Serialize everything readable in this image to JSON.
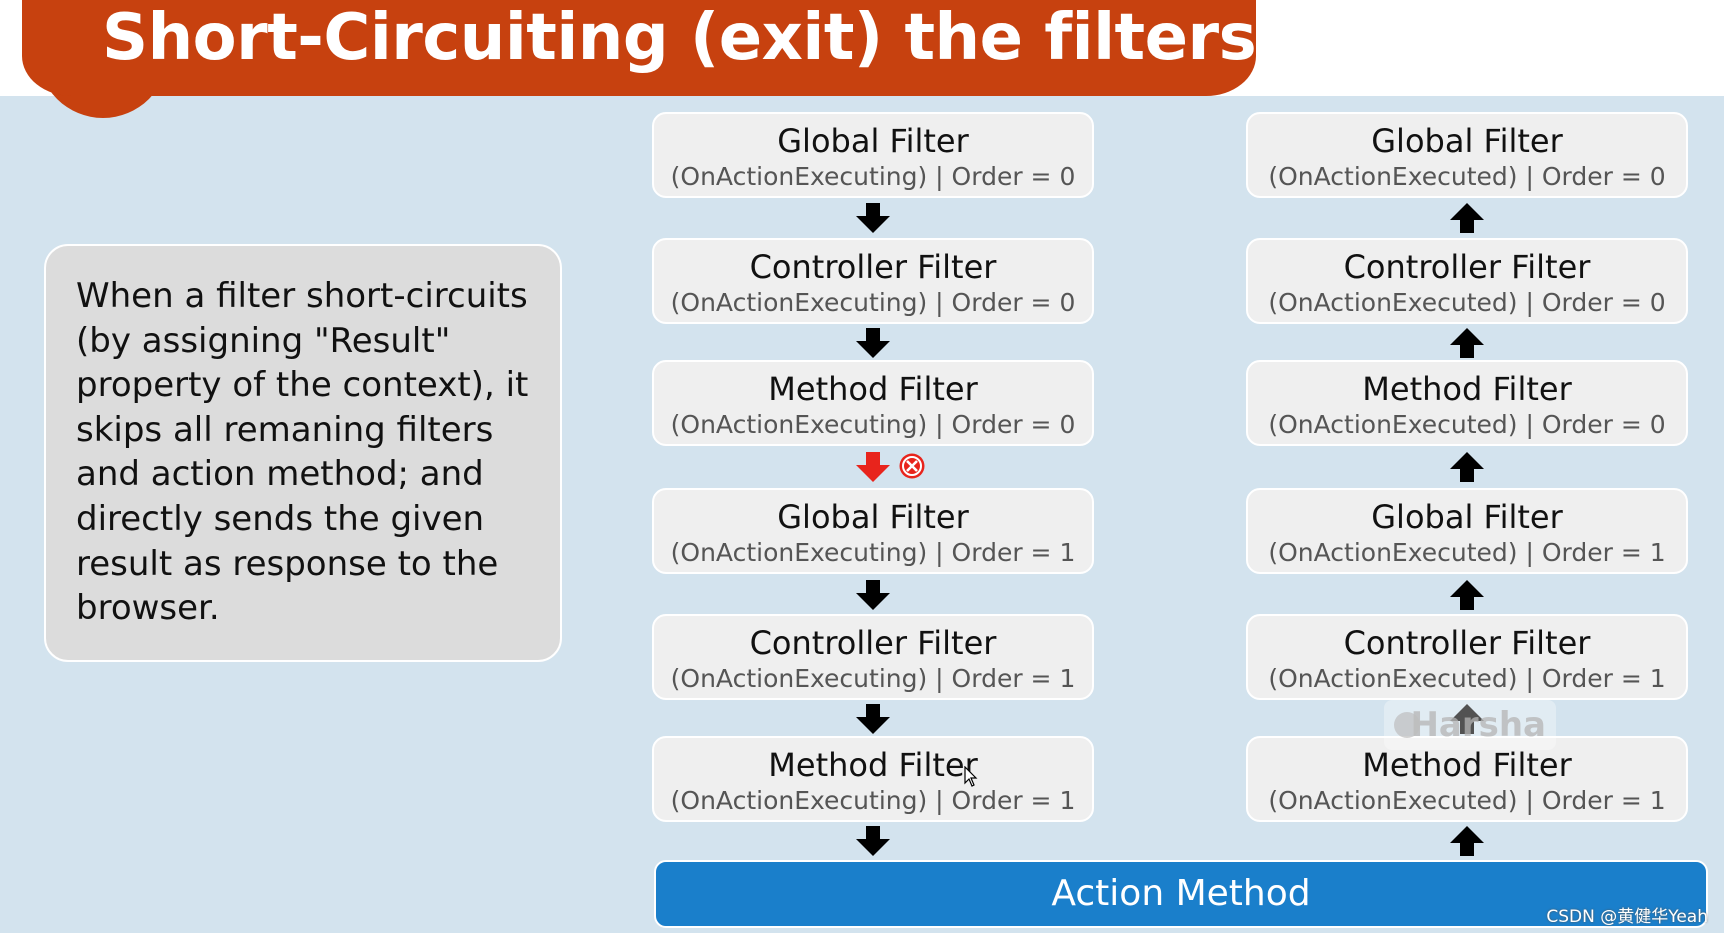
{
  "title": "Short-Circuiting (exit) the filters",
  "note": "When a filter short-circuits (by assigning \"Result\" property of the context), it skips all remaning filters and action method; and directly sends the given result as response to the browser.",
  "left_column": [
    {
      "name": "Global Filter",
      "sub": "(OnActionExecuting) | Order = 0"
    },
    {
      "name": "Controller Filter",
      "sub": "(OnActionExecuting) | Order = 0"
    },
    {
      "name": "Method Filter",
      "sub": "(OnActionExecuting) | Order = 0"
    },
    {
      "name": "Global Filter",
      "sub": "(OnActionExecuting) | Order = 1"
    },
    {
      "name": "Controller Filter",
      "sub": "(OnActionExecuting) | Order = 1"
    },
    {
      "name": "Method Filter",
      "sub": "(OnActionExecuting) | Order = 1"
    }
  ],
  "right_column": [
    {
      "name": "Global Filter",
      "sub": "(OnActionExecuted) | Order = 0"
    },
    {
      "name": "Controller Filter",
      "sub": "(OnActionExecuted) | Order = 0"
    },
    {
      "name": "Method Filter",
      "sub": "(OnActionExecuted) | Order = 0"
    },
    {
      "name": "Global Filter",
      "sub": "(OnActionExecuted) | Order = 1"
    },
    {
      "name": "Controller Filter",
      "sub": "(OnActionExecuted) | Order = 1"
    },
    {
      "name": "Method Filter",
      "sub": "(OnActionExecuted) | Order = 1"
    }
  ],
  "action_method": "Action Method",
  "watermark": "Harsha",
  "credit": "CSDN @黄健华Yeah",
  "colors": {
    "title_bar": "#c7410f",
    "background": "#d3e3ee",
    "action_method": "#1a7fcb",
    "short_circuit_arrow": "#e8241c",
    "normal_arrow": "#000000"
  },
  "icons": {
    "flow_arrow": "arrow-icon",
    "short_circuit_arrow": "red-arrow-down-icon",
    "stop": "x-circle-icon"
  }
}
